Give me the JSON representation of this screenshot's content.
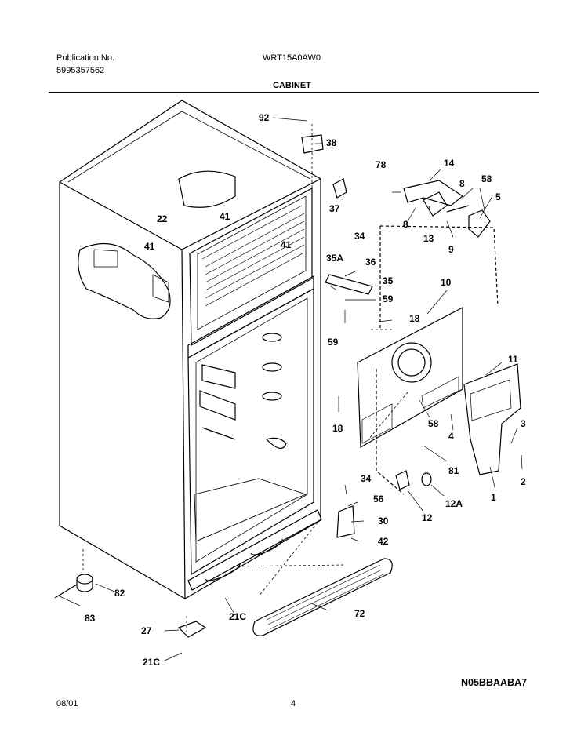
{
  "header": {
    "publication_label": "Publication No.",
    "publication_number": "5995357562",
    "model": "WRT15A0AW0",
    "section": "CABINET"
  },
  "footer": {
    "date": "08/01",
    "page": "4",
    "diagram_code": "N05BBAABA7"
  },
  "callouts": [
    "92",
    "38",
    "78",
    "14",
    "8",
    "58",
    "5",
    "37",
    "41",
    "22",
    "41",
    "41",
    "34",
    "35A",
    "36",
    "35",
    "59",
    "59",
    "18",
    "10",
    "8",
    "13",
    "9",
    "11",
    "3",
    "2",
    "1",
    "4",
    "58",
    "18",
    "81",
    "34",
    "56",
    "12A",
    "12",
    "30",
    "42",
    "82",
    "83",
    "72",
    "21C",
    "27",
    "21C"
  ]
}
